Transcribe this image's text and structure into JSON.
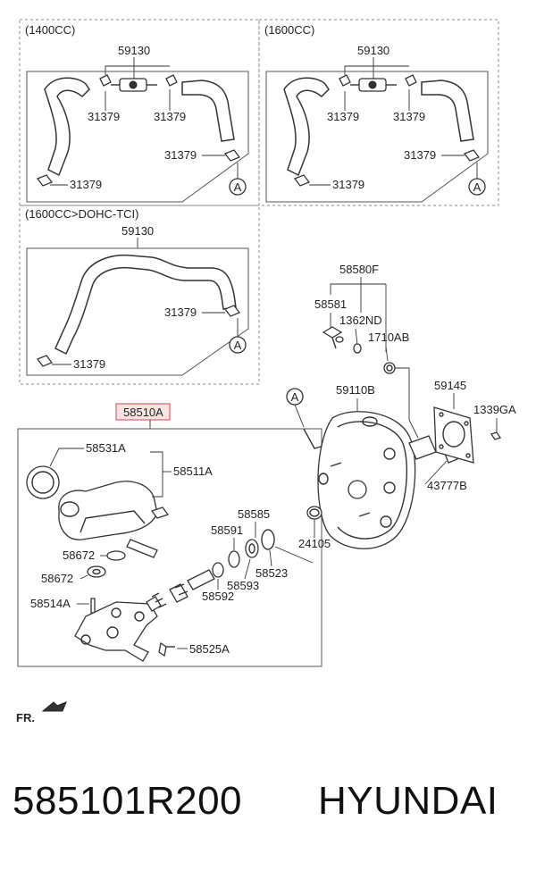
{
  "sections": {
    "s1400": "(1400CC)",
    "s1600": "(1600CC)",
    "sdohc": "(1600CC>DOHC-TCI)"
  },
  "labels": {
    "hose_1400": "59130",
    "hose_1600": "59130",
    "hose_dohc": "59130",
    "clamp": "31379",
    "ref_a": "A",
    "master_cyl_asm": "58510A",
    "reservoir": "58531A",
    "reservoir_asm": "58511A",
    "grommet_a": "58672",
    "grommet_b": "58672",
    "pin": "58514A",
    "bleeder": "58525A",
    "piston": "58591",
    "seal_a": "58585",
    "seal_b": "58593",
    "cup": "58592",
    "ring": "58523",
    "oring": "24105",
    "booster": "59110B",
    "gasket": "59145",
    "nut": "1339GA",
    "clevis_pin": "43777B",
    "valve_kit": "58580F",
    "valve": "58581",
    "washer": "1362ND",
    "grommet_c": "1710AB",
    "front_indicator": "FR."
  },
  "footer": {
    "part_number": "585101R200",
    "brand": "HYUNDAI"
  },
  "colors": {
    "highlight": "#e06060",
    "highlight_fill": "#fde3e3"
  }
}
